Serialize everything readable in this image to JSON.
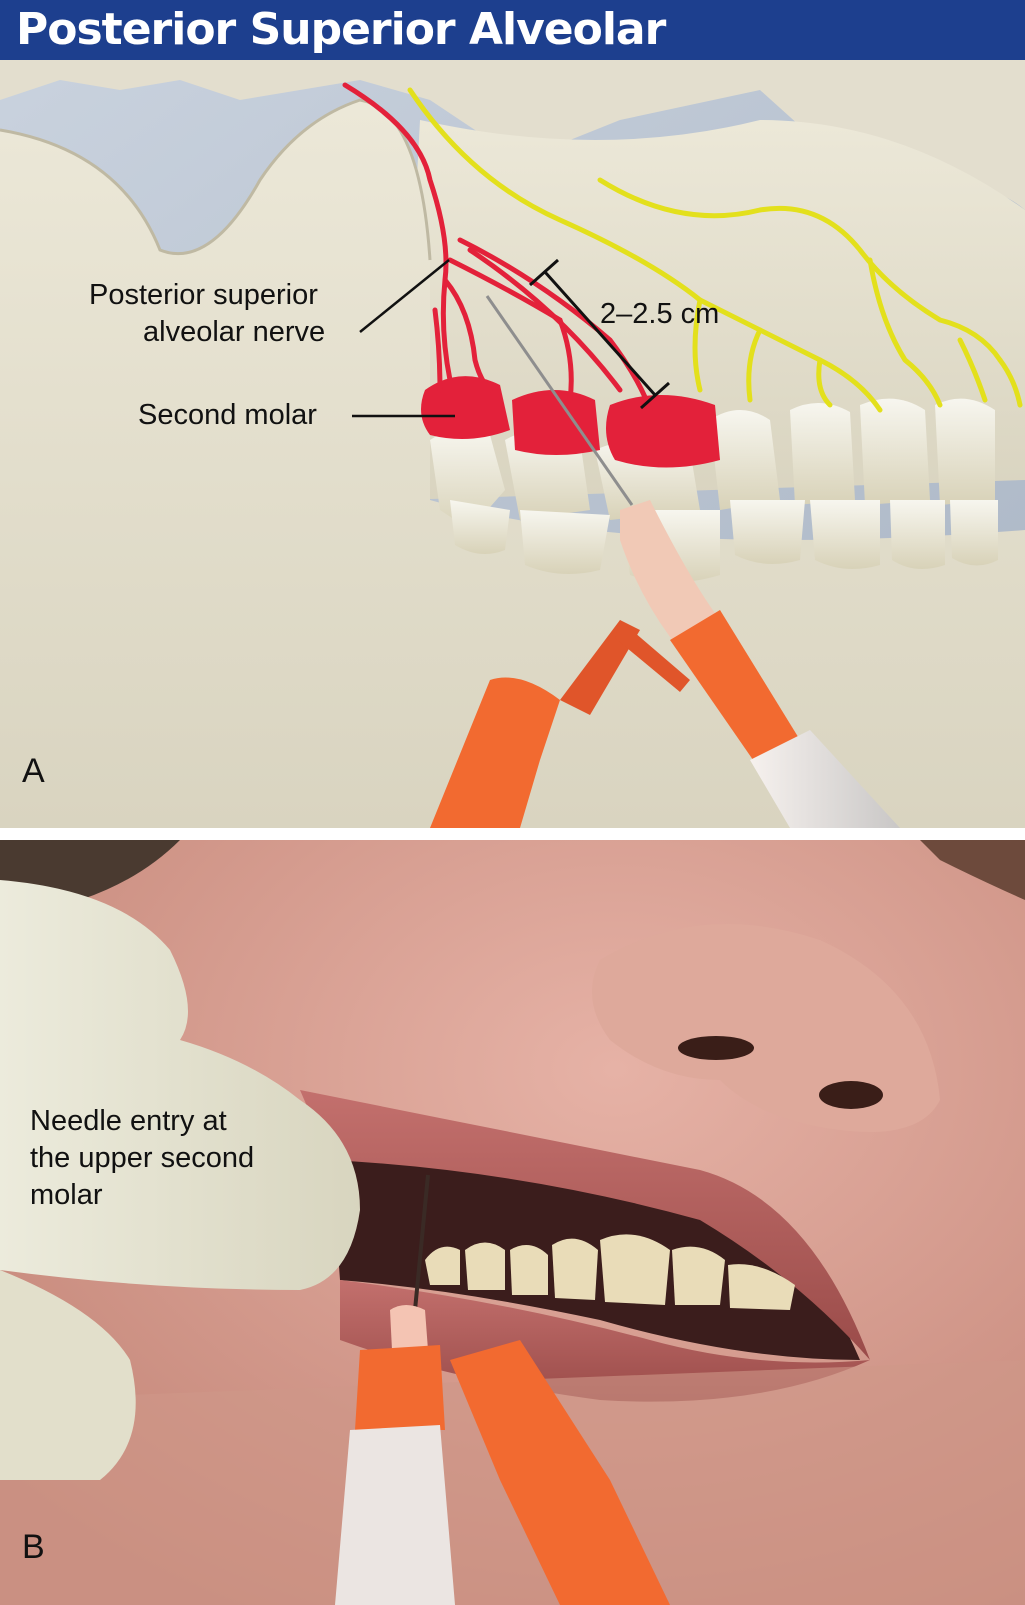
{
  "title": "Posterior Superior Alveolar",
  "panel_a": {
    "letter": "A",
    "nerve_label_line1": "Posterior superior",
    "nerve_label_line2": "alveolar nerve",
    "molar_label": "Second molar",
    "distance_label": "2–2.5 cm"
  },
  "panel_b": {
    "letter": "B",
    "entry_label_line1": "Needle entry at",
    "entry_label_line2": "the upper second",
    "entry_label_line3": "molar"
  },
  "colors": {
    "header": "#1d3f8e",
    "bone": "#e6e1d0",
    "nerve_yellow": "#e3e01c",
    "artery_red": "#e3213a",
    "syringe_orange": "#f26a30",
    "skin": "#d7a196"
  }
}
